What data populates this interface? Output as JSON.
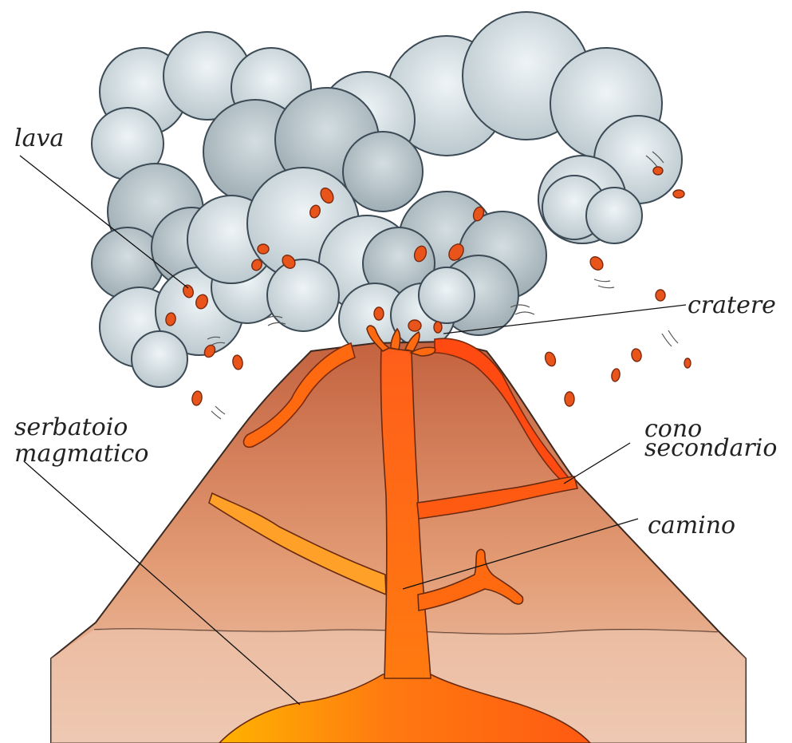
{
  "diagram": {
    "labels": {
      "lava": "lava",
      "cratere": "cratere",
      "cono_line1": "cono",
      "cono_line2": "secondario",
      "camino": "camino",
      "serbatoio_line1": "serbatoio",
      "serbatoio_line2": "magmatico"
    },
    "colors": {
      "cloud_light": "#e6eef1",
      "cloud_dark": "#a8b6bd",
      "cone_top": "#c96a48",
      "cone_bottom": "#e8c4ad",
      "base_layer": "#eccab4",
      "magma": "#ff6a10",
      "magma_bright": "#ffa500",
      "bomb": "#e8541a"
    }
  }
}
